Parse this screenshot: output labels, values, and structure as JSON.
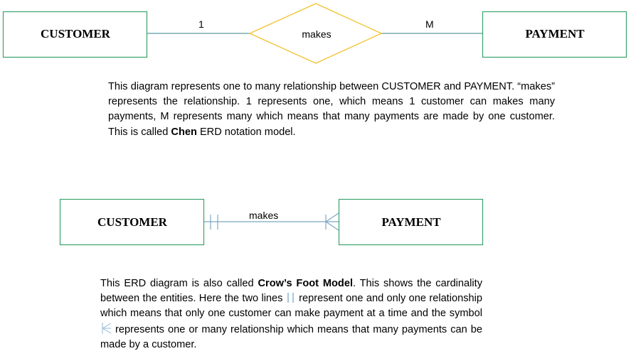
{
  "chen": {
    "entity_left": "CUSTOMER",
    "entity_right": "PAYMENT",
    "relationship": "makes",
    "cardinality_left": "1",
    "cardinality_right": "M",
    "entity_color": "#3aa36b",
    "relationship_color": "#f2c12e",
    "line_color": "#5b9aa0"
  },
  "chen_description": {
    "text_1": "This diagram represents one to many relationship between CUSTOMER and PAYMENT. “makes” represents the relationship. 1 represents one, which means 1 customer can makes many payments, M represents many which means that many payments are made by one customer. This is called ",
    "bold": "Chen",
    "text_2": " ERD notation model."
  },
  "crowsfoot": {
    "entity_left": "CUSTOMER",
    "entity_right": "PAYMENT",
    "relationship": "makes",
    "line_color": "#7ea6c4"
  },
  "crowsfoot_description": {
    "text_1": "This ERD diagram is also called ",
    "bold": "Crow’s Foot Model",
    "text_2": ". This shows the cardinality between the entities. Here the two lines ",
    "text_3": " represent one and only one relationship which means that only one customer can make payment at a time and the symbol ",
    "text_4": " represents one or many relationship which means that many payments can be made by a customer."
  }
}
